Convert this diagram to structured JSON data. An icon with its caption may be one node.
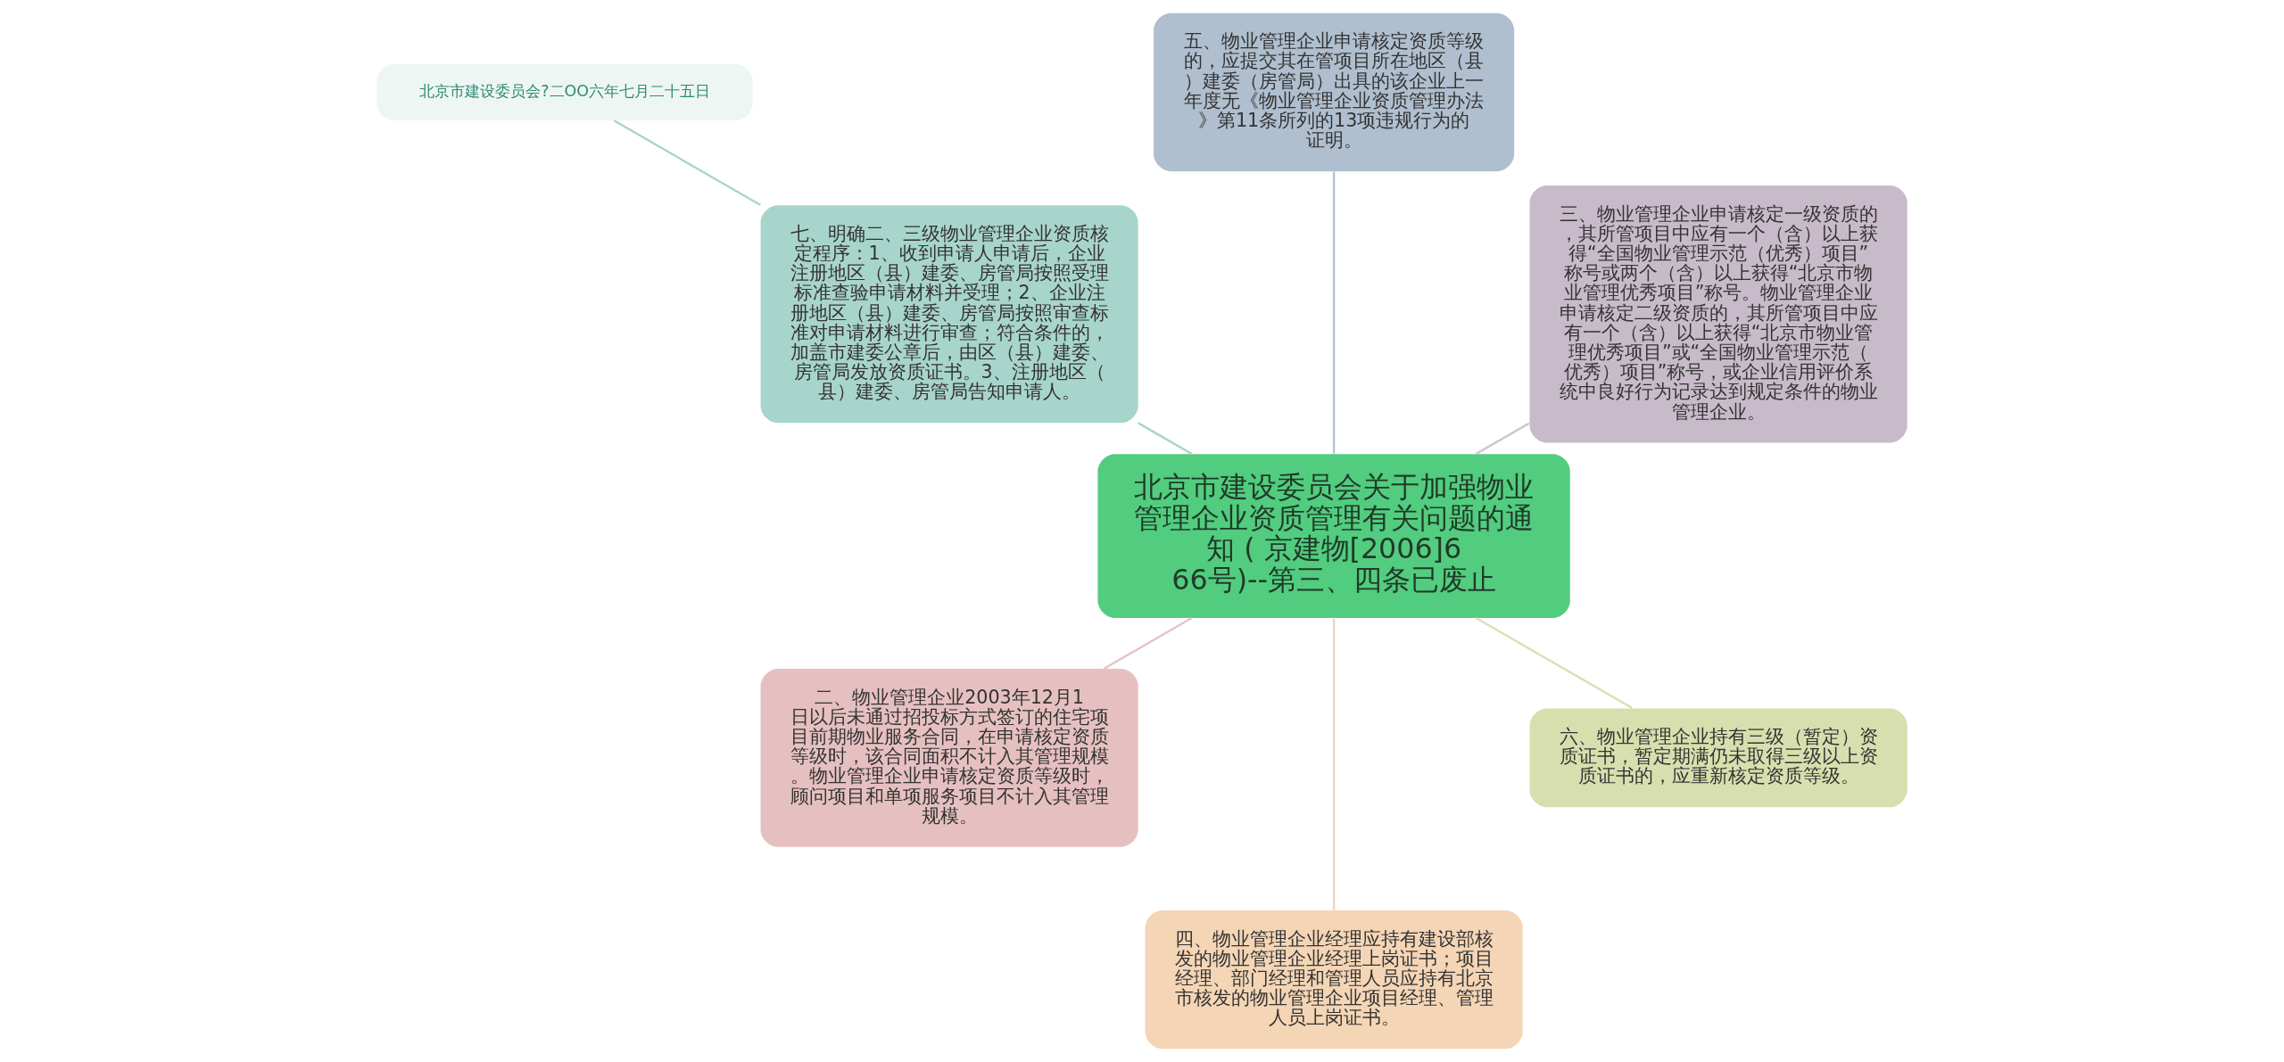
{
  "diagram": {
    "nodes": [
      {
        "text": [
          "北京市建设委员会关于加强物业管理企业资质管理有关问题的通知 ( 京建物[2006]666号)--第三、四条已废止"
        ]
      },
      {
        "text": [
          "三、物业管理企业申请核定一级资质的，其所管项目中应有一个（含）以上获得“全国物业管理示范（优秀）项目”称号或两个（含）以上获得“北京市物业管理优秀项目”称号。物业管理企业申请核定二级资质的，其所管项目中应有一个（含）以上获得“北京市物业管理优秀项目”或“全国物业管理示范（优秀）项目”称号，或企业信用评价系统中良好行为记录达到规定条件的物业管理企业。"
        ]
      },
      {
        "text": [
          "五、物业管理企业申请核定资质等级的，应提交其在管项目所在地区（县）建委（房管局）出具的该企业上一年度无《物业管理企业资质管理办法》第11条所列的13项违规行为的证明。"
        ]
      },
      {
        "text": [
          "七、明确二、三级物业管理企业资质核定程序：1、收到申请人申请后，企业注册地区（县）建委、房管局按照受理标准查验申请材料并受理；2、企业注册地区（县）建委、房管局按照审查标准对申请材料进行审查；符合条件的，加盖市建委公章后，由区（县）建委、房管局发放资质证书。3、注册地区（县）建委、房管局告知申请人。"
        ]
      },
      {
        "text": [
          "北京市建设委员会?二OO六年七月二十五日"
        ]
      },
      {
        "text": [
          "二、物业管理企业2003年12月1日以后未通过招投标方式签订的住宅项目前期物业服务合同，在申请核定资质等级时，该合同面积不计入其管理规模。物业管理企业申请核定资质等级时，顾问项目和单项服务项目不计入其管理规模。"
        ]
      },
      {
        "text": [
          "四、物业管理企业经理应持有建设部核发的物业管理企业经理上岗证书；项目经理、部门经理和管理人员应持有北京市核发的物业管理企业项目经理、管理人员上岗证书。"
        ]
      },
      {
        "text": [
          "六、物业管理企业持有三级（暂定）资质证书，暂定期满仍未取得三级以上资质证书的，应重新核定资质等级。"
        ]
      }
    ],
    "edges": [
      {
        "from": 0,
        "to": 1,
        "arrow": "none",
        "color": "#cdc6d0"
      },
      {
        "from": 0,
        "to": 2,
        "arrow": "none",
        "color": "#b3c2d1"
      },
      {
        "from": 0,
        "to": 3,
        "arrow": "none",
        "color": "#a9d4ca"
      },
      {
        "from": 3,
        "to": 4,
        "arrow": "none",
        "color": "#a9d4ca"
      },
      {
        "from": 0,
        "to": 5,
        "arrow": "none",
        "color": "#e4c3c4"
      },
      {
        "from": 0,
        "to": 6,
        "arrow": "none",
        "color": "#f0d4b8"
      },
      {
        "from": 0,
        "to": 7,
        "arrow": "none",
        "color": "#dadfb0"
      }
    ]
  }
}
